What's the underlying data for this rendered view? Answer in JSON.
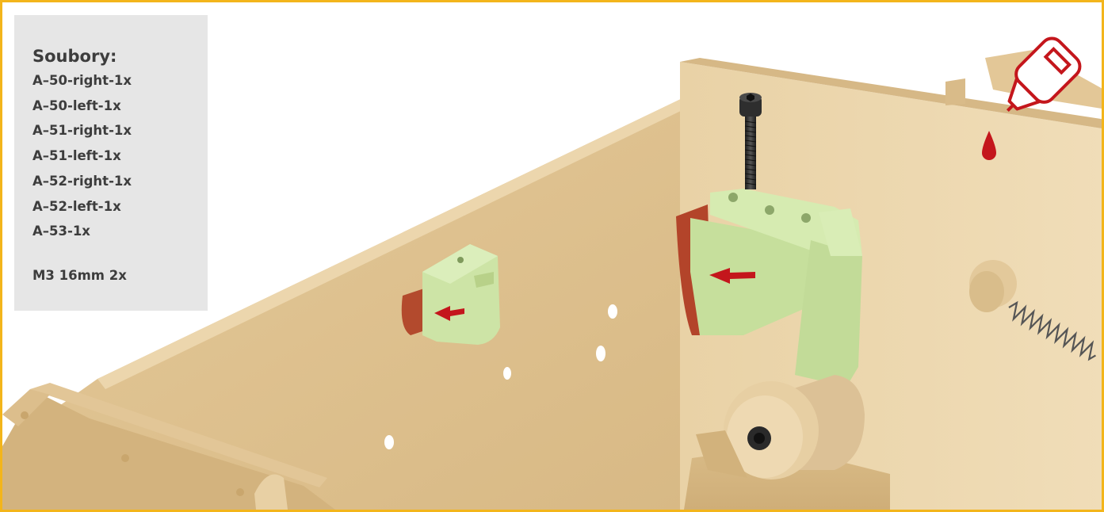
{
  "parts_panel": {
    "title": "Soubory:",
    "files": [
      "A–50-right-1x",
      "A–50-left-1x",
      "A–51-right-1x",
      "A–51-left-1x",
      "A–52-right-1x",
      "A–52-left-1x",
      "A–53-1x"
    ],
    "screws": "M3 16mm 2x"
  },
  "icons": {
    "glue": "glue-bottle-icon",
    "arrows": "assembly-direction-arrow-icon"
  },
  "colors": {
    "frame_border": "#f3b51b",
    "panel_background": "#e6e6e6",
    "panel_text": "#3d3d3d",
    "body_tan": "#dcbf8f",
    "new_part_green": "#c9e2a0",
    "pad_red": "#b8472c",
    "arrow_red": "#c4161c",
    "screw_black": "#2a2a2a"
  }
}
